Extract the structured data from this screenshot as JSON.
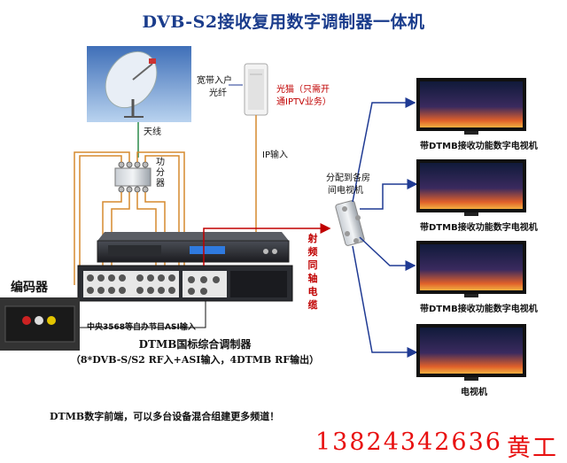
{
  "title": "DVB-S2接收复用数字调制器一体机",
  "labels": {
    "antenna": "天线",
    "broadband_line1": "宽带入户",
    "broadband_line2": "光纤",
    "modem_line1": "光猫（只需开",
    "modem_line2": "通IPTV业务）",
    "ip_input": "IP输入",
    "splitter_chars": [
      "功",
      "分",
      "器"
    ],
    "distribute_line1": "分配到各房",
    "distribute_line2": "间电视机",
    "rf_cable_chars": [
      "射",
      "频",
      "同",
      "轴",
      "电",
      "缆"
    ],
    "encoder": "编码器",
    "asi_input": "中央3568等自办节目ASI输入",
    "device_name": "DTMB国标综合调制器",
    "device_spec": "（8*DVB-S/S2 RF入+ASI输入，4DTMB RF输出）",
    "footer": "DTMB数字前端，可以多台设备混合组建更多频道！",
    "phone": "13824342636",
    "contact": "黄工"
  },
  "tvs": [
    {
      "label": "带DTMB接收功能数字电视机"
    },
    {
      "label": "带DTMB接收功能数字电视机"
    },
    {
      "label": "带DTMB接收功能数字电视机"
    },
    {
      "label": "电视机"
    }
  ],
  "colors": {
    "title": "#1a3c8c",
    "feed_line": "#d68a2e",
    "data_line": "#1f3a93",
    "rf_line": "#c00000",
    "green_line": "#2a8a4a",
    "phone": "#e81010"
  }
}
